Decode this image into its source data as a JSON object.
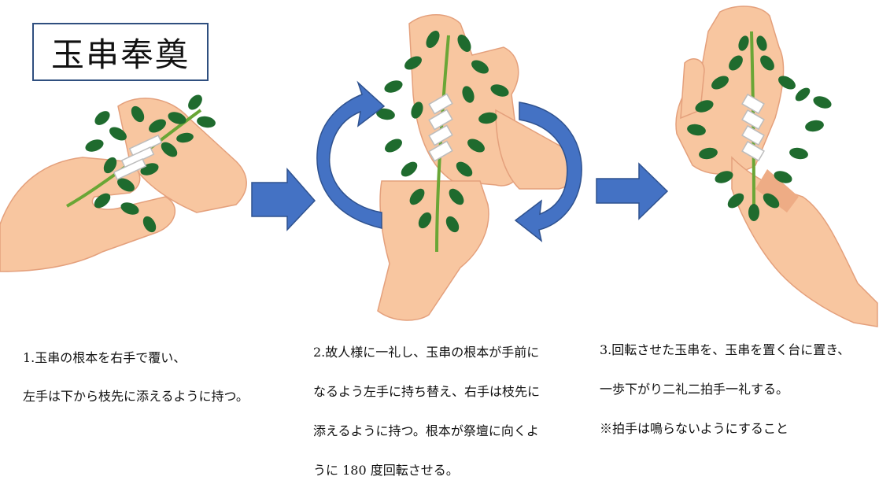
{
  "title": "玉串奉奠",
  "steps": [
    {
      "lines": [
        "1.玉串の根本を右手で覆い、",
        "左手は下から枝先に添えるように持つ。"
      ]
    },
    {
      "lines": [
        "2.故人様に一礼し、玉串の根本が手前に",
        "なるよう左手に持ち替え、右手は枝先に",
        "添えるように持つ。根本が祭壇に向くよ",
        "うに 180 度回転させる。"
      ]
    },
    {
      "lines": [
        "3.回転させた玉串を、玉串を置く台に置き、",
        "一歩下がり二礼二拍手一礼する。",
        "※拍手は鳴らないようにすること"
      ]
    }
  ],
  "colors": {
    "skin": "#f8c6a0",
    "skin_shade": "#eeac85",
    "leaf": "#1f6b2e",
    "leaf_light": "#2f8a3d",
    "stem": "#6aa636",
    "arrow": "#4472c4",
    "arrow_dark": "#2f528f",
    "title_border": "#2f4f7f"
  }
}
